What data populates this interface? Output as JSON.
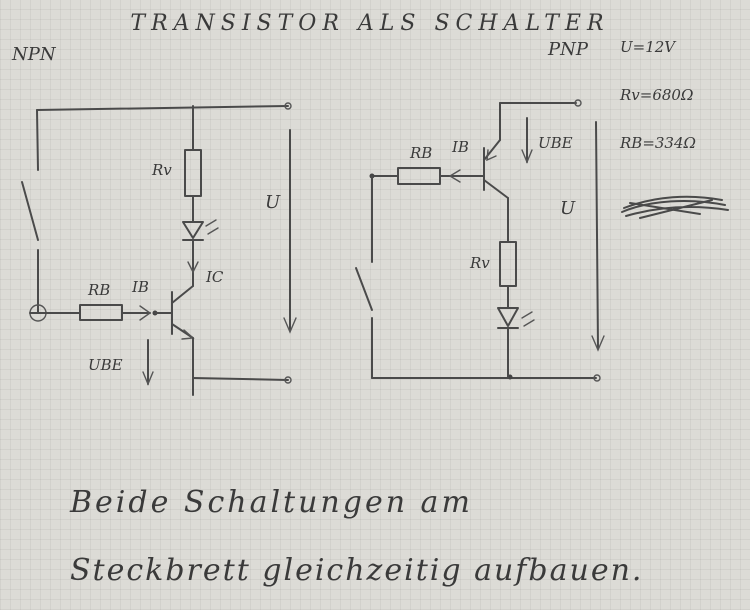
{
  "title": "TRANSISTOR ALS SCHALTER",
  "npn_label": "NPN",
  "pnp_label": "PNP",
  "params": {
    "u": "U=12V",
    "rv": "Rv=680Ω",
    "rb": "RB=334Ω"
  },
  "npn": {
    "rv": "Rv",
    "rb": "RB",
    "ib": "IB",
    "ic": "IC",
    "ube": "UBE",
    "u": "U"
  },
  "pnp": {
    "rb": "RB",
    "ib": "IB",
    "ube": "UBE",
    "rv": "Rv",
    "u": "U"
  },
  "note_line1": "Beide Schaltungen am",
  "note_line2": "Steckbrett gleichzeitig aufbauen."
}
